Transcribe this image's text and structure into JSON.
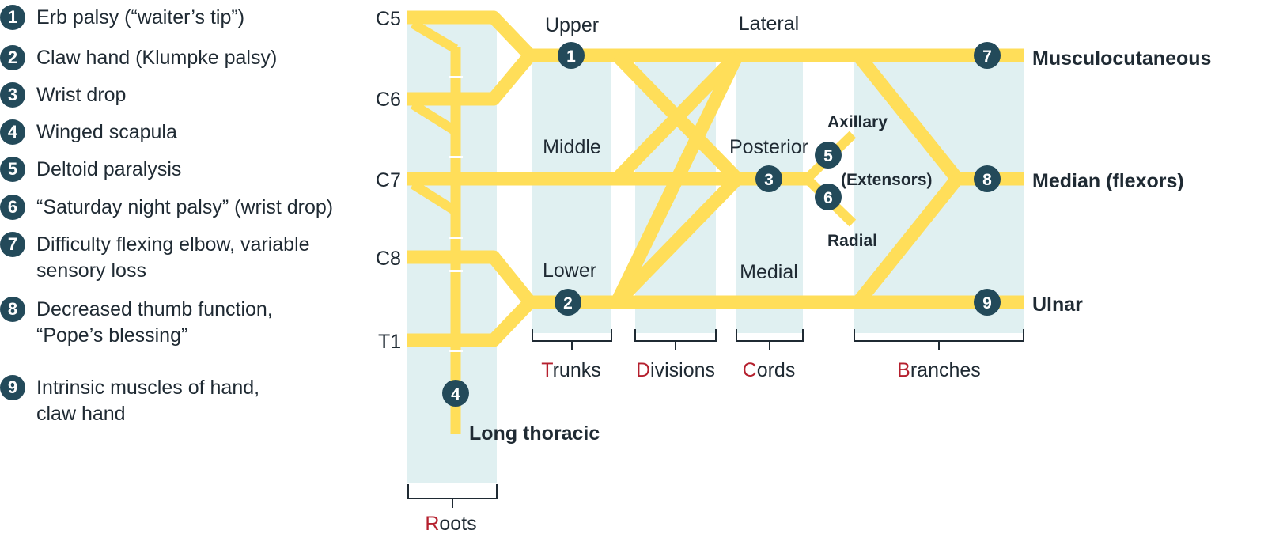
{
  "legend": [
    {
      "num": "1",
      "text": "Erb palsy (“waiter’s tip”)"
    },
    {
      "num": "2",
      "text": "Claw hand (Klumpke palsy)"
    },
    {
      "num": "3",
      "text": "Wrist drop"
    },
    {
      "num": "4",
      "text": "Winged scapula"
    },
    {
      "num": "5",
      "text": "Deltoid paralysis"
    },
    {
      "num": "6",
      "text": "“Saturday night palsy” (wrist drop)"
    },
    {
      "num": "7",
      "text": "Difficulty flexing elbow, variable\nsensory loss"
    },
    {
      "num": "8",
      "text": "Decreased thumb function,\n“Pope’s blessing”"
    },
    {
      "num": "9",
      "text": "Intrinsic muscles of hand,\nclaw hand"
    }
  ],
  "roots": [
    "C5",
    "C6",
    "C7",
    "C8",
    "T1"
  ],
  "trunks": {
    "upper": "Upper",
    "middle": "Middle",
    "lower": "Lower"
  },
  "cords": {
    "lateral": "Lateral",
    "posterior": "Posterior",
    "medial": "Medial"
  },
  "terminal": {
    "musculocutaneous": "Musculocutaneous",
    "median": "Median (flexors)",
    "ulnar": "Ulnar",
    "axillary": "Axillary",
    "extensors": "(Extensors)",
    "radial": "Radial",
    "long_thoracic": "Long thoracic"
  },
  "sections": [
    {
      "initial": "R",
      "rest": "oots"
    },
    {
      "initial": "T",
      "rest": "runks"
    },
    {
      "initial": "D",
      "rest": "ivisions"
    },
    {
      "initial": "C",
      "rest": "ords"
    },
    {
      "initial": "B",
      "rest": "ranches"
    }
  ],
  "markers": [
    "1",
    "2",
    "3",
    "4",
    "5",
    "6",
    "7",
    "8",
    "9"
  ],
  "colors": {
    "nerve": "#ffde59",
    "band": "#e0f0f1",
    "badge": "#234a5a",
    "initial": "#b5202e",
    "text": "#1f2a33"
  }
}
